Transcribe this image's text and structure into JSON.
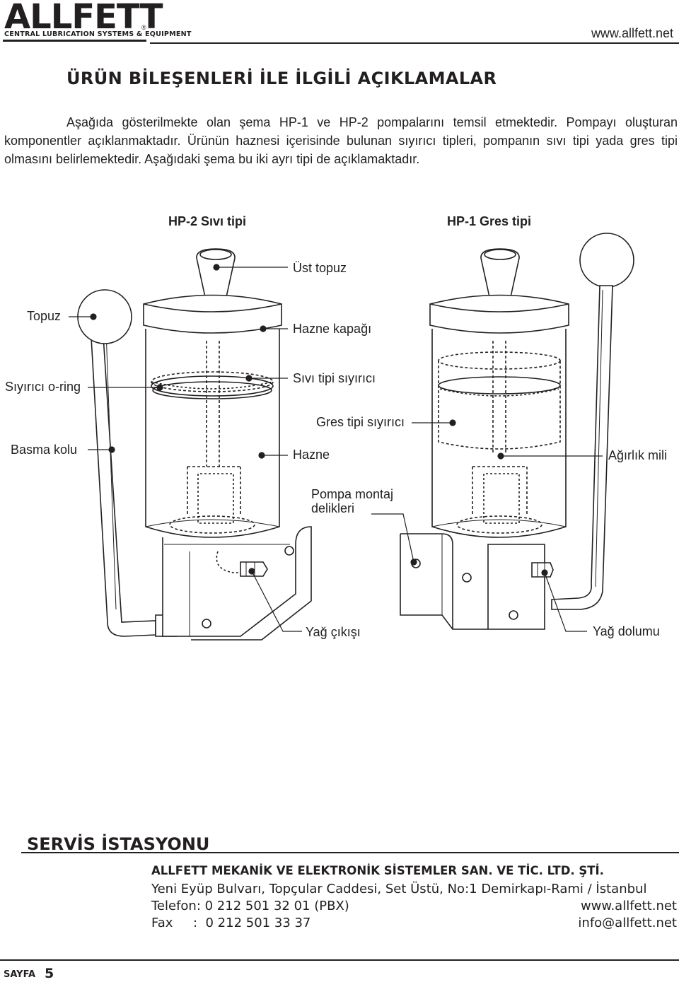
{
  "header": {
    "logo_text": "ALLFETT",
    "logo_tagline": "CENTRAL LUBRICATION SYSTEMS & EQUIPMENT",
    "registered_mark": "®",
    "website": "www.allfett.net"
  },
  "heading": "ÜRÜN BİLEŞENLERİ İLE İLGİLİ AÇIKLAMALAR",
  "intro": "Aşağıda gösterilmekte olan şema HP-1 ve HP-2 pompalarını temsil etmektedir. Pompayı oluşturan komponentler açıklanmaktadır. Ürünün haznesi içerisinde bulunan sıyırıcı tipleri, pompanın sıvı tipi yada gres tipi olmasını belirlemektedir. Aşağıdaki şema bu iki ayrı tipi de açıklamaktadır.",
  "diagram": {
    "title_left": "HP-2 Sıvı tipi",
    "title_right": "HP-1 Gres tipi",
    "labels": {
      "ust_topuz": "Üst topuz",
      "topuz": "Topuz",
      "hazne_kapagi": "Hazne kapağı",
      "siyirici_oring": "Sıyırıcı o-ring",
      "sivi_tipi_siyirici": "Sıvı tipi sıyırıcı",
      "gres_tipi_siyirici": "Gres tipi sıyırıcı",
      "basma_kolu": "Basma kolu",
      "hazne": "Hazne",
      "agirlik_mili": "Ağırlık mili",
      "pompa_montaj_1": "Pompa montaj",
      "pompa_montaj_2": "delikleri",
      "yag_cikisi": "Yağ çıkışı",
      "yag_dolumu": "Yağ dolumu"
    }
  },
  "service": {
    "title": "SERVİS İSTASYONU",
    "company": "ALLFETT MEKANİK VE ELEKTRONİK SİSTEMLER SAN. VE TİC. LTD. ŞTİ.",
    "address": "Yeni Eyüp Bulvarı, Topçular Caddesi, Set Üstü, No:1 Demirkapı-Rami / İstanbul",
    "phone": "Telefon:  0 212 501 32 01 (PBX)",
    "fax": "Fax     :  0 212 501 33 37",
    "website": "www.allfett.net",
    "email": "info@allfett.net"
  },
  "footer": {
    "page_label": "SAYFA",
    "page_number": "5"
  },
  "colors": {
    "ink": "#231f20"
  }
}
